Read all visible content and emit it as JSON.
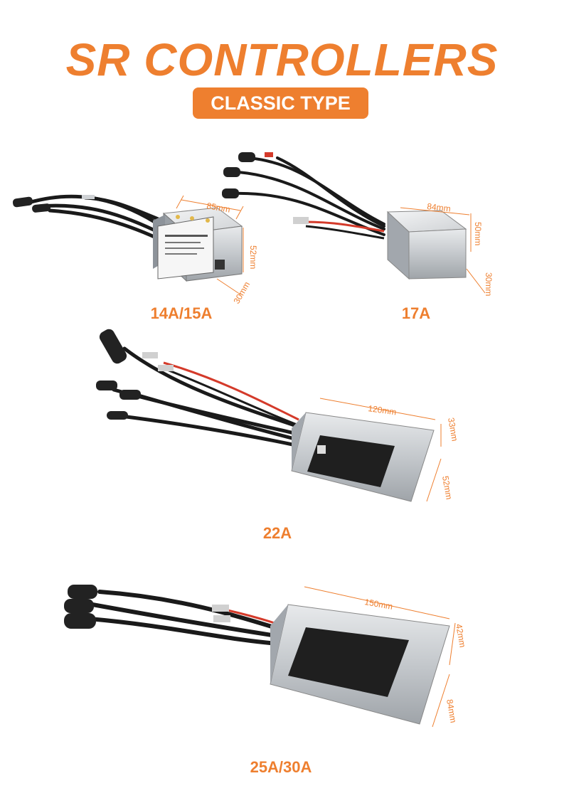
{
  "title": "SR CONTROLLERS",
  "subtitle": "CLASSIC TYPE",
  "products": [
    {
      "caption": "14A/15A",
      "dims": [
        "85mm",
        "52mm",
        "30mm"
      ]
    },
    {
      "caption": "17A",
      "dims": [
        "84mm",
        "50mm",
        "30mm"
      ]
    },
    {
      "caption": "22A",
      "dims": [
        "120mm",
        "33mm",
        "52mm"
      ]
    },
    {
      "caption": "25A/30A",
      "dims": [
        "150mm",
        "42mm",
        "84mm"
      ]
    }
  ],
  "colors": {
    "accent": "#ee7f2f",
    "cable": "#1a1a1a",
    "housing": "#c9ccd0"
  }
}
